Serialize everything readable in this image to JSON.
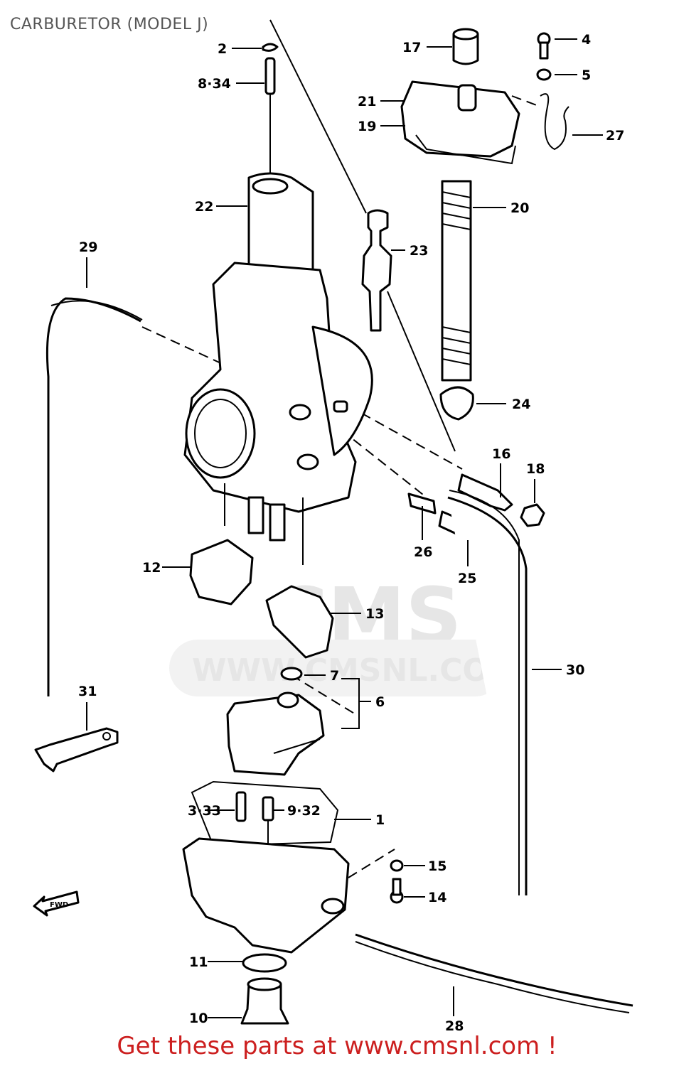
{
  "title": "CARBURETOR (MODEL J)",
  "footer": "Get these parts at www.cmsnl.com !",
  "watermark": {
    "logo_text": "CMS",
    "url_text": "WWW.CMSNL.COM"
  },
  "fwd_label": "FWD",
  "callouts": {
    "c1": "1",
    "c2": "2",
    "c3_33": "3·33",
    "c4": "4",
    "c5": "5",
    "c6": "6",
    "c7": "7",
    "c8_34": "8·34",
    "c9_32": "9·32",
    "c10": "10",
    "c11": "11",
    "c12": "12",
    "c13": "13",
    "c14": "14",
    "c15": "15",
    "c16": "16",
    "c17": "17",
    "c18": "18",
    "c19": "19",
    "c20": "20",
    "c21": "21",
    "c22": "22",
    "c23": "23",
    "c24": "24",
    "c25": "25",
    "c26": "26",
    "c27": "27",
    "c28": "28",
    "c29": "29",
    "c30": "30",
    "c31": "31"
  },
  "colors": {
    "footer_text": "#cc1f1f",
    "title_text": "#555555",
    "watermark": "#e6e6e6",
    "line": "#000000"
  }
}
